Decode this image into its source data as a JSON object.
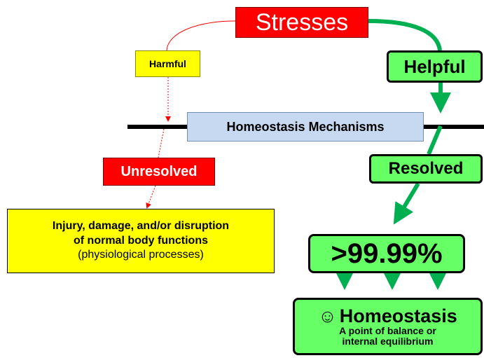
{
  "stresses": "Stresses",
  "harmful": "Harmful",
  "helpful": "Helpful",
  "mechanisms": "Homeostasis Mechanisms",
  "unresolved": "Unresolved",
  "resolved": "Resolved",
  "injury": {
    "line1": "Injury, damage, and/or disruption",
    "line2": "of normal body functions",
    "line3": "(physiological processes)"
  },
  "percent": ">99.99%",
  "homeostasis": {
    "smiley": "☺",
    "title": "Homeostasis",
    "line1": "A point of balance or",
    "line2": "internal equilibrium"
  },
  "colors": {
    "harmful_path": "#ff0000",
    "helpful_path": "#00b050",
    "stress_box": "#ff0000",
    "helpful_box": "#66ff66",
    "harmful_box": "#ffff00",
    "mechanism_box": "#c6d9f1"
  }
}
